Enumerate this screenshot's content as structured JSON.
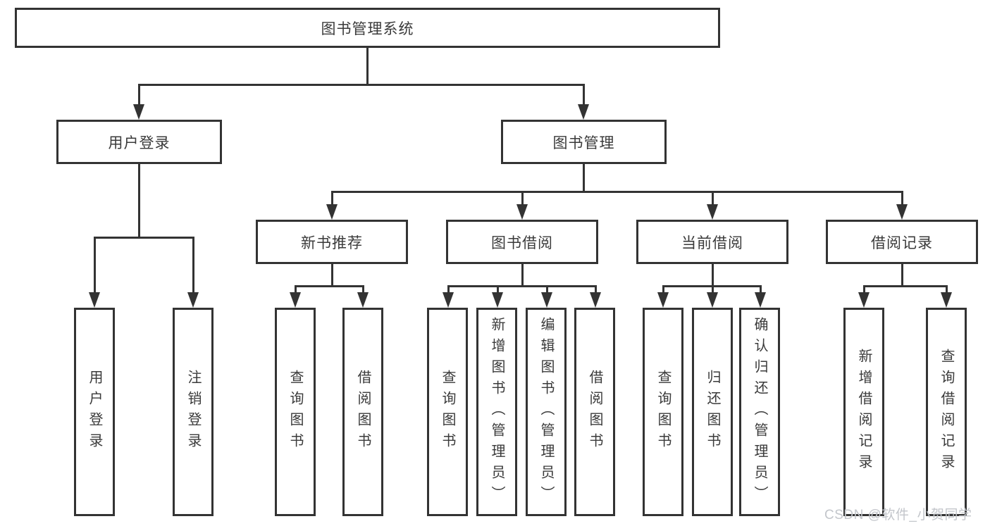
{
  "diagram": {
    "root": {
      "label": "图书管理系统"
    },
    "level2": [
      {
        "label": "用户登录"
      },
      {
        "label": "图书管理"
      }
    ],
    "level3": [
      {
        "label": "新书推荐"
      },
      {
        "label": "图书借阅"
      },
      {
        "label": "当前借阅"
      },
      {
        "label": "借阅记录"
      }
    ],
    "leaves": [
      {
        "label": "用户登录"
      },
      {
        "label": "注销登录"
      },
      {
        "label": "查询图书"
      },
      {
        "label": "借阅图书"
      },
      {
        "label": "查询图书"
      },
      {
        "label": "新增图书（管理员）"
      },
      {
        "label": "编辑图书（管理员）"
      },
      {
        "label": "借阅图书"
      },
      {
        "label": "查询图书"
      },
      {
        "label": "归还图书"
      },
      {
        "label": "确认归还（管理员）"
      },
      {
        "label": "新增借阅记录"
      },
      {
        "label": "查询借阅记录"
      }
    ]
  },
  "watermark": {
    "text": "CSDN @软件_小贺同学"
  },
  "colors": {
    "line": "#333333",
    "text": "#3a3a3a",
    "background": "#ffffff",
    "watermark": "#c3c6cb"
  }
}
